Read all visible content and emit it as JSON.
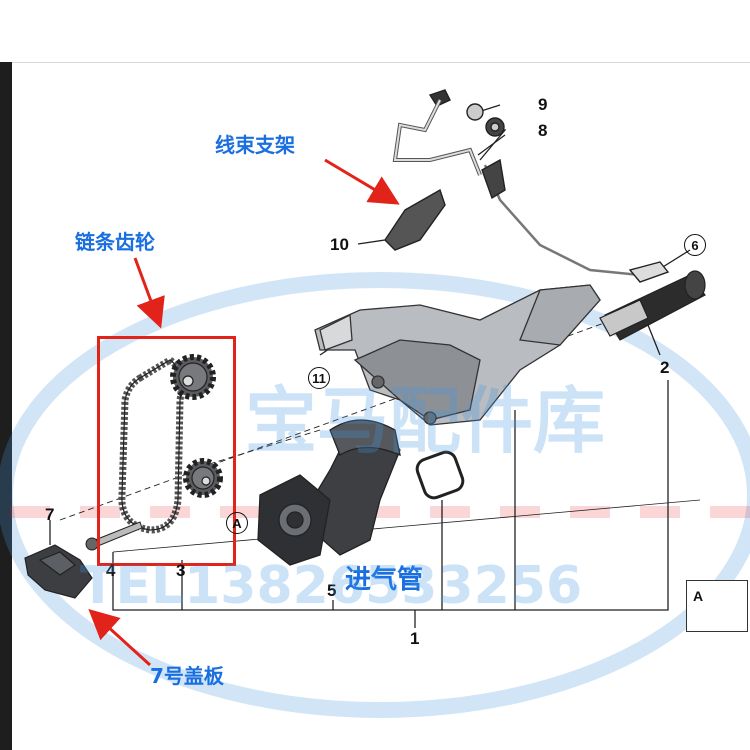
{
  "callouts": {
    "c1": "1",
    "c2": "2",
    "c3": "3",
    "c4": "4",
    "c5": "5",
    "c6": "6",
    "c7": "7",
    "c8": "8",
    "c9": "9",
    "c10": "10",
    "c11": "11",
    "detail_ref": "A"
  },
  "annotations": {
    "harness_bracket": "线束支架",
    "chain_sprocket": "链条齿轮",
    "intake_pipe": "进气管",
    "cover_plate": "7号盖板"
  },
  "watermark": {
    "title": "宝马配件库",
    "phone": "TEL13826533256"
  },
  "colors": {
    "annotation": "#1a6fe0",
    "highlight_box": "#e2231a",
    "arrow": "#e2231a",
    "watermark": "#4696e1"
  }
}
